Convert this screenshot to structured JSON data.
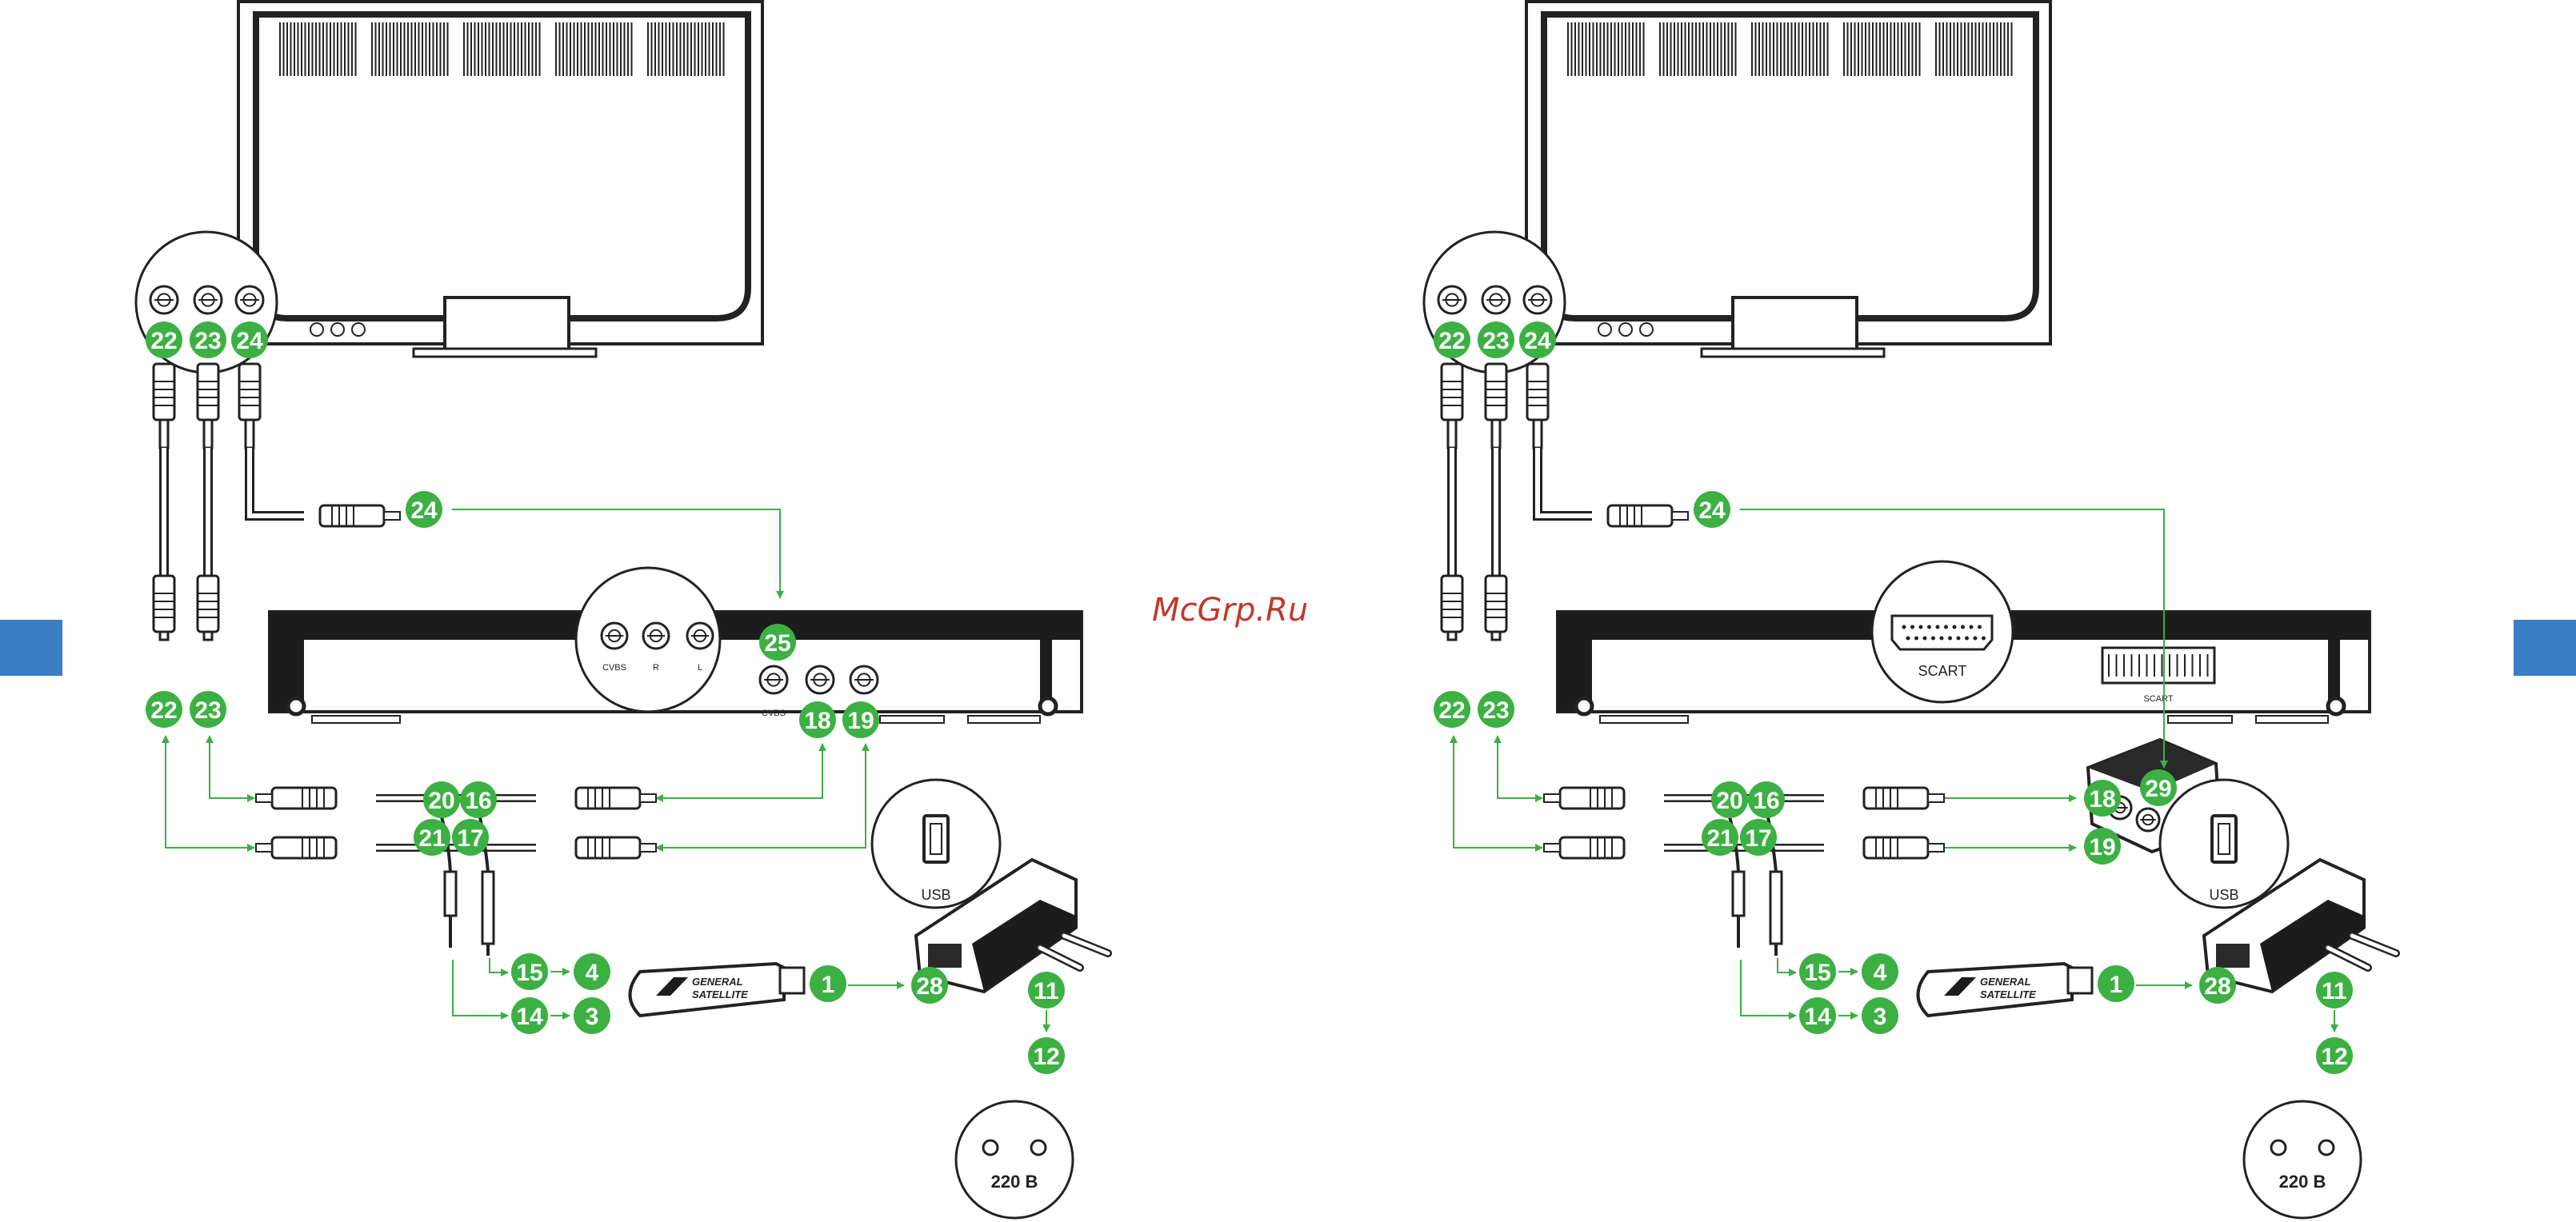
{
  "watermark": "McGrp.Ru",
  "colors": {
    "accent": "#3cb043",
    "tab": "#3a7ec8",
    "line": "#222222",
    "connector": "#36a93f"
  },
  "labels": {
    "cvbs": "CVBS",
    "r": "R",
    "l": "L",
    "usb": "USB",
    "scart": "SCART",
    "voltage": "220 В",
    "brand_top": "GENERAL",
    "brand_bottom": "SATELLITE"
  },
  "left": {
    "badges": {
      "tv_video": "22",
      "tv_right": "23",
      "tv_left": "24",
      "cable_24": "24",
      "stb_cvbs": "25",
      "cable_22": "22",
      "cable_23": "23",
      "stb_r": "18",
      "stb_l": "19",
      "split_20": "20",
      "split_16": "16",
      "split_21": "21",
      "split_17": "17",
      "jack_15": "15",
      "jack_14": "14",
      "dongle_4": "4",
      "dongle_3": "3",
      "usb_1": "1",
      "charger_28": "28",
      "plug_11": "11",
      "outlet_12": "12"
    }
  },
  "right": {
    "badges": {
      "tv_video": "22",
      "tv_right": "23",
      "tv_left": "24",
      "cable_24": "24",
      "cable_22": "22",
      "cable_23": "23",
      "adapter_18": "18",
      "adapter_29": "29",
      "adapter_19": "19",
      "split_20": "20",
      "split_16": "16",
      "split_21": "21",
      "split_17": "17",
      "jack_15": "15",
      "jack_14": "14",
      "dongle_4": "4",
      "dongle_3": "3",
      "usb_1": "1",
      "charger_28": "28",
      "plug_11": "11",
      "outlet_12": "12"
    }
  }
}
